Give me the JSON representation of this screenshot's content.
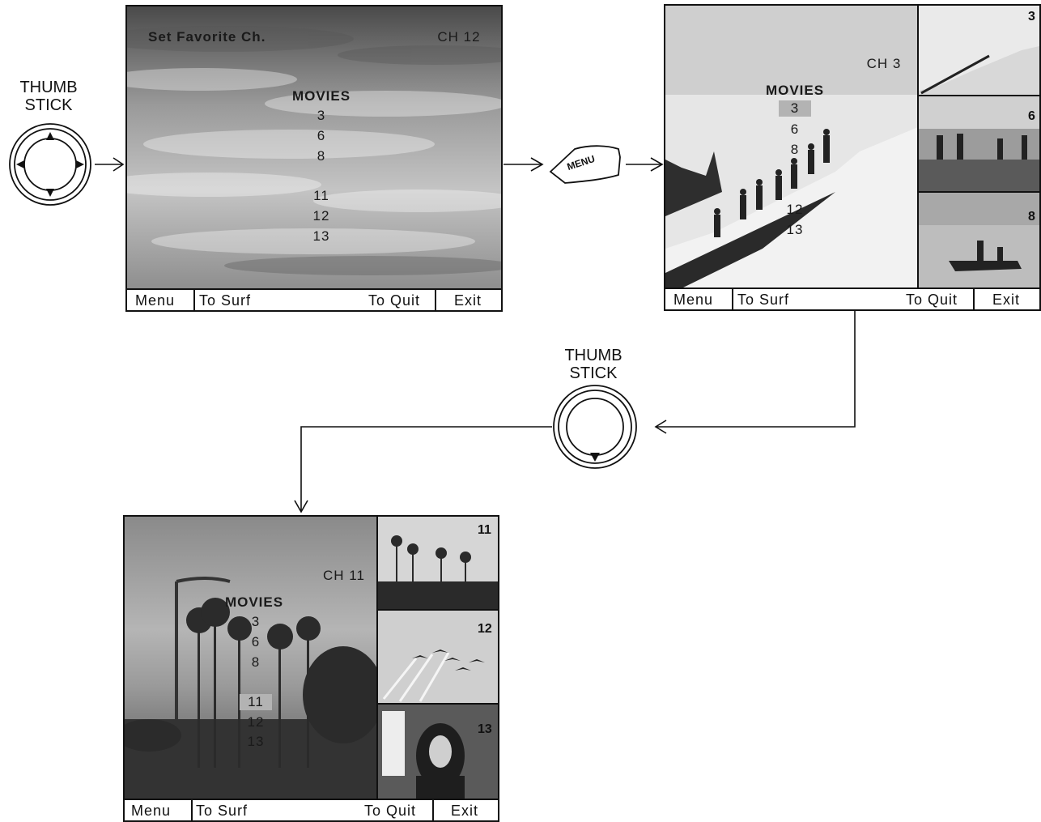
{
  "left_control": {
    "line1": "THUMB",
    "line2": "STICK"
  },
  "center_control": {
    "line1": "THUMB",
    "line2": "STICK"
  },
  "menu_button": {
    "label": "MENU"
  },
  "bottom_bar": {
    "menu": "Menu",
    "to_surf": "To Surf",
    "to_quit": "To Quit",
    "exit": "Exit"
  },
  "screen1": {
    "title": "Set Favorite Ch.",
    "channel": "CH 12",
    "heading": "MOVIES",
    "items": [
      "3",
      "6",
      "8",
      "11",
      "12",
      "13"
    ]
  },
  "screen2": {
    "channel": "CH 3",
    "heading": "MOVIES",
    "items": [
      "3",
      "6",
      "8",
      "12",
      "13"
    ],
    "thumbs": [
      "3",
      "6",
      "8"
    ]
  },
  "screen3": {
    "channel": "CH 11",
    "heading": "MOVIES",
    "items": [
      "3",
      "6",
      "8",
      "11",
      "12",
      "13"
    ],
    "thumbs": [
      "11",
      "12",
      "13"
    ]
  }
}
